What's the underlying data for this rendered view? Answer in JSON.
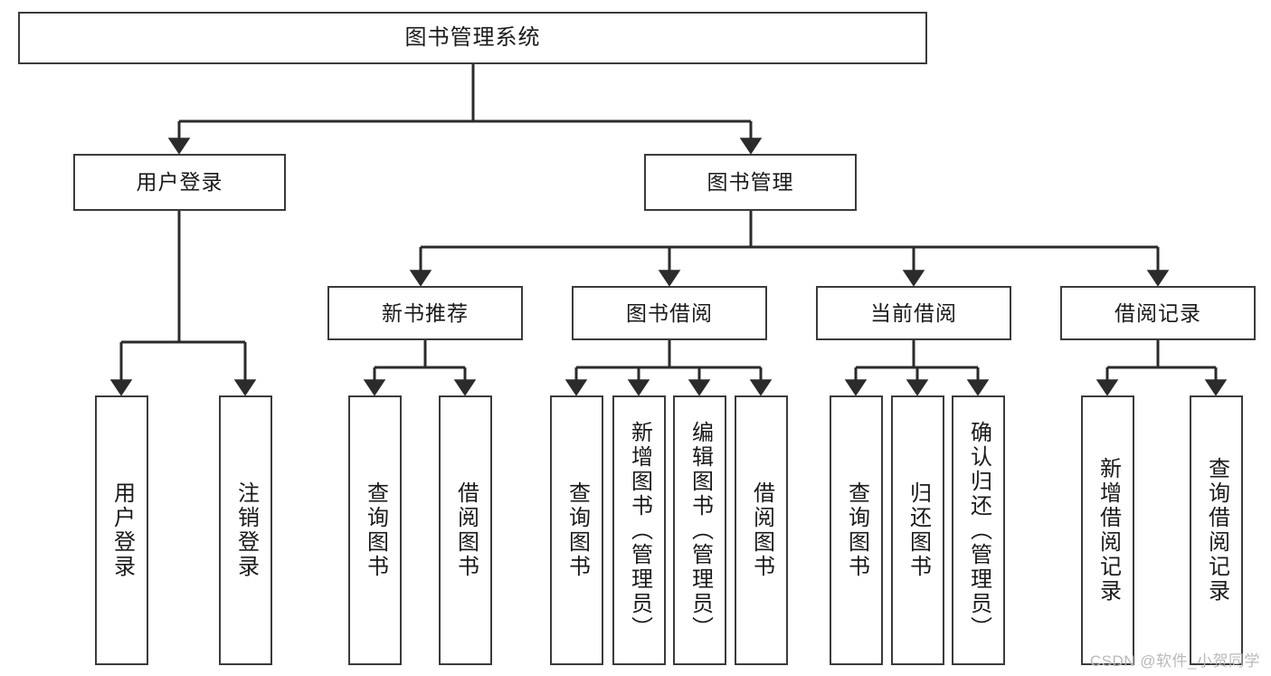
{
  "diagram": {
    "title": "图书管理系统",
    "type": "tree",
    "watermark": "CSDN @软件_小贺同学",
    "colors": {
      "box_border": "#3b3b3b",
      "box_fill": "#ffffff",
      "connector": "#2b2b2b",
      "text": "#1a1a1a",
      "watermark": "#b9b9b9"
    },
    "nodes": {
      "root": {
        "label": "图书管理系统",
        "level": 1
      },
      "login": {
        "label": "用户登录",
        "level": 2
      },
      "book_mgmt": {
        "label": "图书管理",
        "level": 2
      },
      "new_book": {
        "label": "新书推荐",
        "level": 3
      },
      "borrow": {
        "label": "图书借阅",
        "level": 3
      },
      "current_borrow": {
        "label": "当前借阅",
        "level": 3
      },
      "borrow_record": {
        "label": "借阅记录",
        "level": 3
      }
    },
    "leaves": {
      "login": [
        {
          "label": "用户登录"
        },
        {
          "label": "注销登录"
        }
      ],
      "new_book": [
        {
          "label": "查询图书"
        },
        {
          "label": "借阅图书"
        }
      ],
      "borrow": [
        {
          "label": "查询图书"
        },
        {
          "label": "新增图书（管理员）"
        },
        {
          "label": "编辑图书（管理员）"
        },
        {
          "label": "借阅图书"
        }
      ],
      "current_borrow": [
        {
          "label": "查询图书"
        },
        {
          "label": "归还图书"
        },
        {
          "label": "确认归还（管理员）"
        }
      ],
      "borrow_record": [
        {
          "label": "新增借阅记录"
        },
        {
          "label": "查询借阅记录"
        }
      ]
    }
  }
}
